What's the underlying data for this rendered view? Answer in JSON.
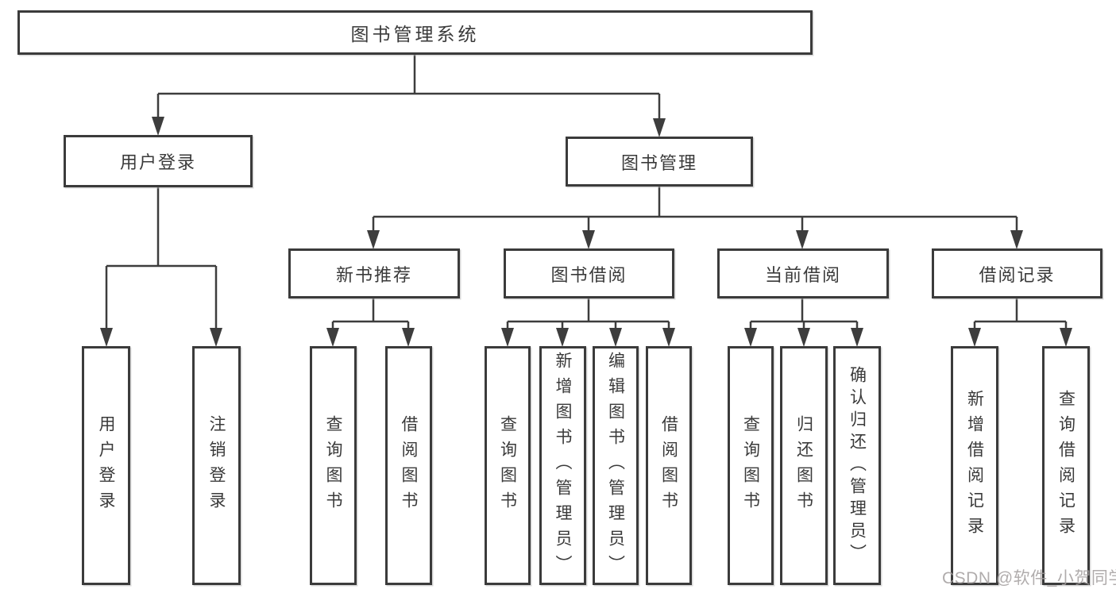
{
  "colors": {
    "line": "#3d3d3d",
    "box_border": "#3b3b3b",
    "text": "#3a3a3a",
    "watermark": "#a29e9e",
    "background": "#ffffff"
  },
  "watermark": {
    "text": "CSDN @软件_小贺同学"
  },
  "diagram": {
    "root": {
      "label": "图书管理系统"
    },
    "level2": [
      {
        "label": "用户登录"
      },
      {
        "label": "图书管理"
      }
    ],
    "level3": [
      {
        "label": "新书推荐"
      },
      {
        "label": "图书借阅"
      },
      {
        "label": "当前借阅"
      },
      {
        "label": "借阅记录"
      }
    ],
    "leaves": {
      "user_login": [
        {
          "label": "用户登录"
        },
        {
          "label": "注销登录"
        }
      ],
      "new_book_recommend": [
        {
          "label": "查询图书"
        },
        {
          "label": "借阅图书"
        }
      ],
      "book_borrow": [
        {
          "label": "查询图书"
        },
        {
          "label": "新增图书（管理员）"
        },
        {
          "label": "编辑图书（管理员）"
        },
        {
          "label": "借阅图书"
        }
      ],
      "current_borrow": [
        {
          "label": "查询图书"
        },
        {
          "label": "归还图书"
        },
        {
          "label": "确认归还（管理员）"
        }
      ],
      "borrow_record": [
        {
          "label": "新增借阅记录"
        },
        {
          "label": "查询借阅记录"
        }
      ]
    }
  }
}
